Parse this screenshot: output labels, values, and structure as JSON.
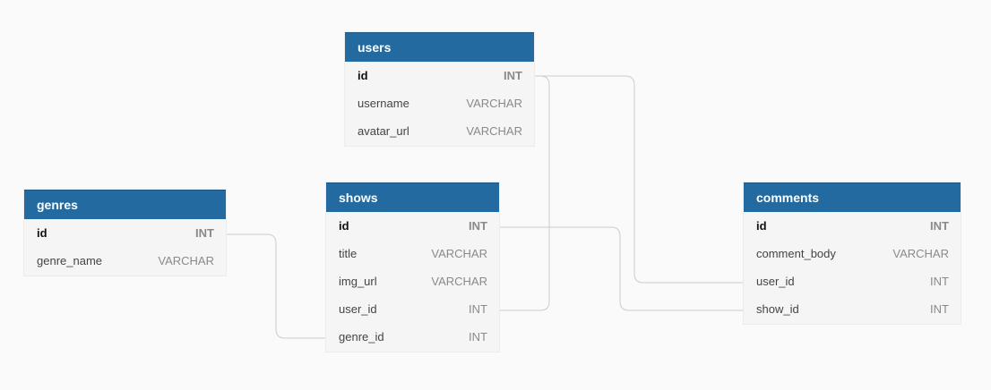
{
  "colors": {
    "header_bg": "#236aa0",
    "header_text": "#ffffff",
    "table_bg": "#f5f5f5",
    "connector": "#cccccc",
    "canvas_bg": "#fafafa"
  },
  "tables": {
    "users": {
      "name": "users",
      "columns": [
        {
          "name": "id",
          "type": "INT",
          "primary": true
        },
        {
          "name": "username",
          "type": "VARCHAR",
          "primary": false
        },
        {
          "name": "avatar_url",
          "type": "VARCHAR",
          "primary": false
        }
      ]
    },
    "genres": {
      "name": "genres",
      "columns": [
        {
          "name": "id",
          "type": "INT",
          "primary": true
        },
        {
          "name": "genre_name",
          "type": "VARCHAR",
          "primary": false
        }
      ]
    },
    "shows": {
      "name": "shows",
      "columns": [
        {
          "name": "id",
          "type": "INT",
          "primary": true
        },
        {
          "name": "title",
          "type": "VARCHAR",
          "primary": false
        },
        {
          "name": "img_url",
          "type": "VARCHAR",
          "primary": false
        },
        {
          "name": "user_id",
          "type": "INT",
          "primary": false
        },
        {
          "name": "genre_id",
          "type": "INT",
          "primary": false
        }
      ]
    },
    "comments": {
      "name": "comments",
      "columns": [
        {
          "name": "id",
          "type": "INT",
          "primary": true
        },
        {
          "name": "comment_body",
          "type": "VARCHAR",
          "primary": false
        },
        {
          "name": "user_id",
          "type": "INT",
          "primary": false
        },
        {
          "name": "show_id",
          "type": "INT",
          "primary": false
        }
      ]
    }
  },
  "relationships": [
    {
      "from": "users.id",
      "to": "shows.user_id"
    },
    {
      "from": "users.id",
      "to": "comments.user_id"
    },
    {
      "from": "genres.id",
      "to": "shows.genre_id"
    },
    {
      "from": "shows.id",
      "to": "comments.show_id"
    }
  ]
}
